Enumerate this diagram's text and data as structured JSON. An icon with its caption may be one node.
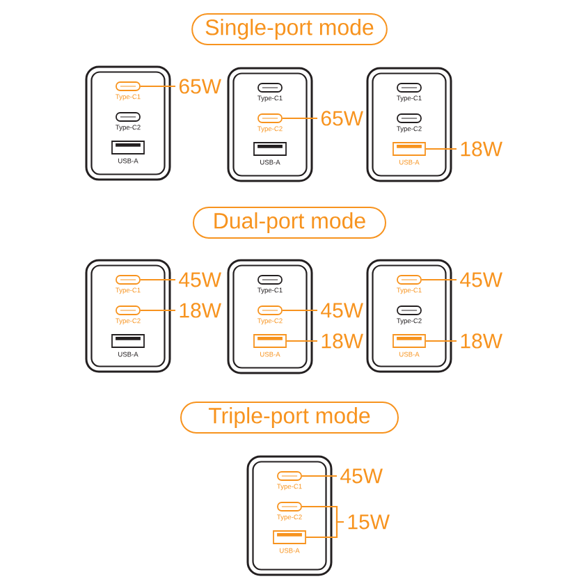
{
  "diagram": {
    "nodes": [
      {
        "text": [
          "Single-port mode"
        ]
      },
      {
        "text": [],
        "shape": "box"
      },
      {
        "text": [
          "Type-C1"
        ],
        "in": 1
      },
      {
        "text": [
          "Type-C2"
        ],
        "in": 1
      },
      {
        "text": [
          "USB-A"
        ],
        "in": 1
      },
      {
        "text": [
          "65W"
        ]
      },
      {
        "text": [],
        "shape": "box"
      },
      {
        "text": [
          "Type-C1"
        ],
        "in": 6
      },
      {
        "text": [
          "Type-C2"
        ],
        "in": 6
      },
      {
        "text": [
          "USB-A"
        ],
        "in": 6
      },
      {
        "text": [
          "65W"
        ]
      },
      {
        "text": [],
        "shape": "box"
      },
      {
        "text": [
          "Type-C1"
        ],
        "in": 11
      },
      {
        "text": [
          "Type-C2"
        ],
        "in": 11
      },
      {
        "text": [
          "USB-A"
        ],
        "in": 11
      },
      {
        "text": [
          "18W"
        ]
      },
      {
        "text": [
          "Dual-port mode"
        ]
      },
      {
        "text": [],
        "shape": "box"
      },
      {
        "text": [
          "Type-C1"
        ],
        "in": 17
      },
      {
        "text": [
          "Type-C2"
        ],
        "in": 17
      },
      {
        "text": [
          "USB-A"
        ],
        "in": 17
      },
      {
        "text": [
          "45W"
        ]
      },
      {
        "text": [
          "18W"
        ]
      },
      {
        "text": [],
        "shape": "box"
      },
      {
        "text": [
          "Type-C1"
        ],
        "in": 23
      },
      {
        "text": [
          "Type-C2"
        ],
        "in": 23
      },
      {
        "text": [
          "USB-A"
        ],
        "in": 23
      },
      {
        "text": [
          "45W"
        ]
      },
      {
        "text": [
          "18W"
        ]
      },
      {
        "text": [],
        "shape": "box"
      },
      {
        "text": [
          "Type-C1"
        ],
        "in": 29
      },
      {
        "text": [
          "Type-C2"
        ],
        "in": 29
      },
      {
        "text": [
          "USB-A"
        ],
        "in": 29
      },
      {
        "text": [
          "45W"
        ]
      },
      {
        "text": [
          "18W"
        ]
      },
      {
        "text": [
          "Triple-port mode"
        ]
      },
      {
        "text": [],
        "shape": "box"
      },
      {
        "text": [
          "Type-C1"
        ],
        "in": 36
      },
      {
        "text": [
          "Type-C2"
        ],
        "in": 36
      },
      {
        "text": [
          "USB-A"
        ],
        "in": 36
      },
      {
        "text": [
          "45W"
        ]
      },
      {
        "text": [
          "15W"
        ]
      }
    ],
    "edges": [
      {
        "from": 2,
        "to": 5,
        "arrow": "none"
      },
      {
        "from": 8,
        "to": 10,
        "arrow": "none"
      },
      {
        "from": 14,
        "to": 15,
        "arrow": "none"
      },
      {
        "from": 18,
        "to": 21,
        "arrow": "none"
      },
      {
        "from": 19,
        "to": 22,
        "arrow": "none"
      },
      {
        "from": 25,
        "to": 27,
        "arrow": "none"
      },
      {
        "from": 26,
        "to": 28,
        "arrow": "none"
      },
      {
        "from": 30,
        "to": 33,
        "arrow": "none"
      },
      {
        "from": 32,
        "to": 34,
        "arrow": "none"
      },
      {
        "from": 37,
        "to": 40,
        "arrow": "none"
      },
      {
        "from": 38,
        "to": 41,
        "arrow": "none"
      },
      {
        "from": 39,
        "to": 41,
        "arrow": "none"
      }
    ]
  }
}
